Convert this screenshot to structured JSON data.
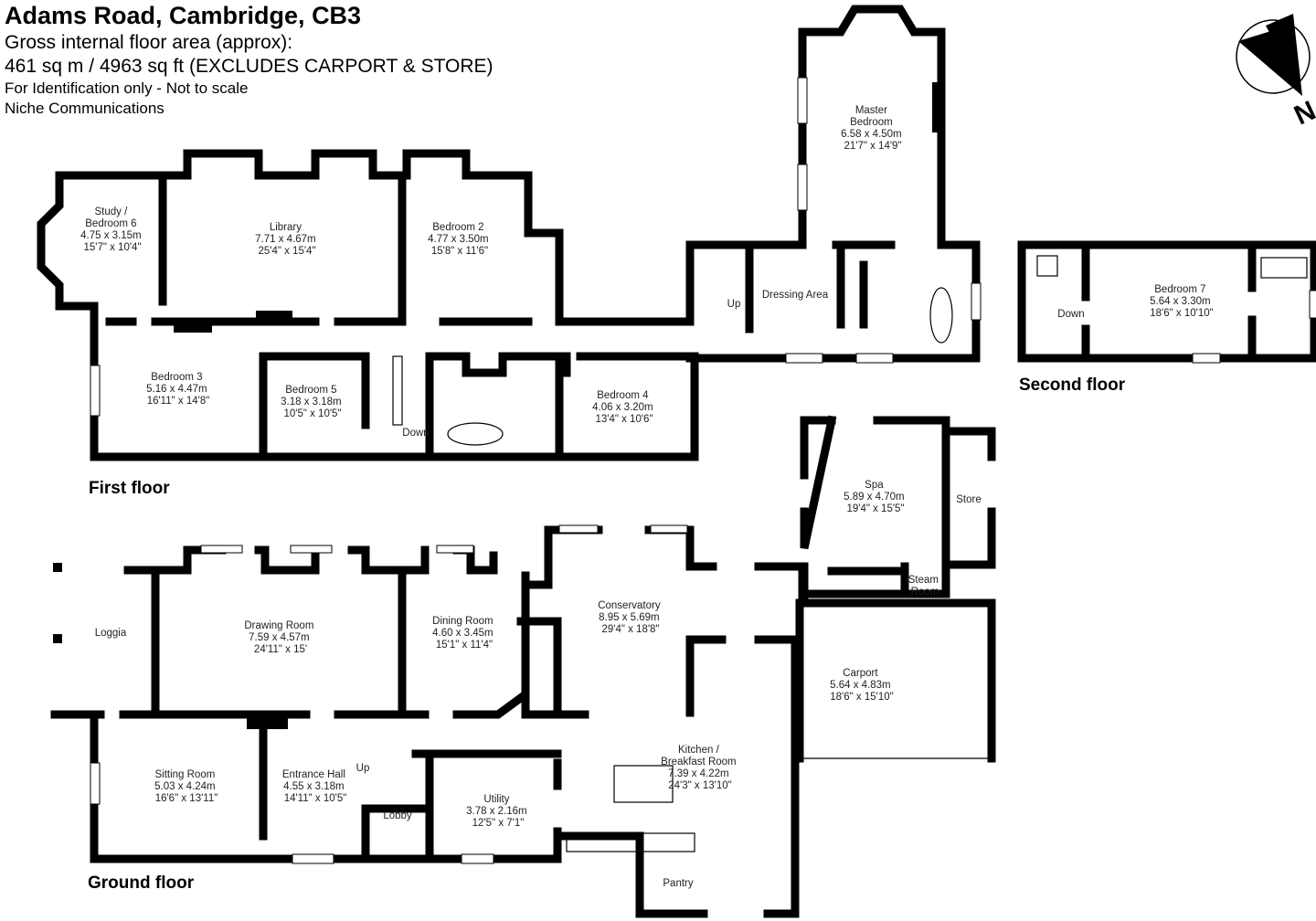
{
  "header": {
    "title": "Adams Road, Cambridge, CB3",
    "area_label": "Gross internal floor area (approx):",
    "area_value": "461 sq m / 4963 sq ft (EXCLUDES CARPORT & STORE)",
    "note": "For Identification only - Not to scale",
    "agent": "Niche Communications"
  },
  "compass": {
    "letter": "N"
  },
  "floors": {
    "first": "First floor",
    "second": "Second floor",
    "ground": "Ground floor"
  },
  "first_floor": {
    "study": {
      "name1": "Study /",
      "name2": "Bedroom 6",
      "metric": "4.75 x 3.15m",
      "imperial": "15'7\" x 10'4\""
    },
    "library": {
      "name": "Library",
      "metric": "7.71 x 4.67m",
      "imperial": "25'4\" x 15'4\""
    },
    "bedroom2": {
      "name": "Bedroom 2",
      "metric": "4.77 x 3.50m",
      "imperial": "15'8\" x 11'6\""
    },
    "bedroom3": {
      "name": "Bedroom 3",
      "metric": "5.16 x 4.47m",
      "imperial": "16'11\" x 14'8\""
    },
    "bedroom5": {
      "name": "Bedroom 5",
      "metric": "3.18 x 3.18m",
      "imperial": "10'5\" x 10'5\""
    },
    "bedroom4": {
      "name": "Bedroom 4",
      "metric": "4.06 x 3.20m",
      "imperial": "13'4\" x 10'6\""
    },
    "master": {
      "name1": "Master",
      "name2": "Bedroom",
      "metric": "6.58 x 4.50m",
      "imperial": "21'7\" x 14'9\""
    },
    "dressing": "Dressing Area",
    "stairs_down": "Down",
    "stairs_up": "Up"
  },
  "second_floor": {
    "bedroom7": {
      "name": "Bedroom 7",
      "metric": "5.64 x 3.30m",
      "imperial": "18'6\" x 10'10\""
    },
    "stairs_down": "Down"
  },
  "ground_floor": {
    "loggia": "Loggia",
    "drawing": {
      "name": "Drawing Room",
      "metric": "7.59 x 4.57m",
      "imperial": "24'11\" x 15'"
    },
    "dining": {
      "name": "Dining Room",
      "metric": "4.60 x 3.45m",
      "imperial": "15'1\" x 11'4\""
    },
    "conservatory": {
      "name": "Conservatory",
      "metric": "8.95 x 5.69m",
      "imperial": "29'4\" x 18'8\""
    },
    "spa": {
      "name": "Spa",
      "metric": "5.89 x 4.70m",
      "imperial": "19'4\" x 15'5\""
    },
    "store": "Store",
    "steam": {
      "name1": "Steam",
      "name2": "Room"
    },
    "carport": {
      "name": "Carport",
      "metric": "5.64 x 4.83m",
      "imperial": "18'6\" x 15'10\""
    },
    "sitting": {
      "name": "Sitting Room",
      "metric": "5.03 x 4.24m",
      "imperial": "16'6\" x 13'11\""
    },
    "hall": {
      "name": "Entrance Hall",
      "metric": "4.55 x 3.18m",
      "imperial": "14'11\" x 10'5\""
    },
    "lobby": "Lobby",
    "utility": {
      "name": "Utility",
      "metric": "3.78 x 2.16m",
      "imperial": "12'5\" x 7'1\""
    },
    "kitchen": {
      "name1": "Kitchen /",
      "name2": "Breakfast Room",
      "metric": "7.39 x 4.22m",
      "imperial": "24'3\" x 13'10\""
    },
    "pantry": "Pantry",
    "stairs_up": "Up"
  }
}
